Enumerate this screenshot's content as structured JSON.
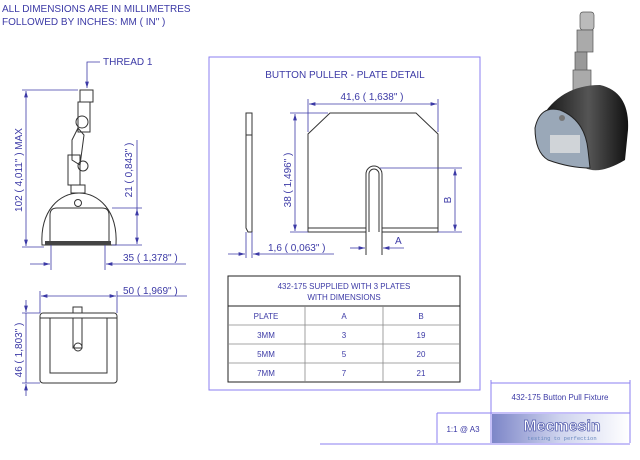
{
  "notes": {
    "line1": "ALL DIMENSIONS ARE IN MILLIMETRES",
    "line2": "FOLLOWED BY INCHES:    MM ( IN\" )"
  },
  "front_view": {
    "thread_label": "THREAD 1",
    "height_dim": "102 ( 4,011\" ) MAX",
    "slot_height_dim": "21 ( 0,843\" )",
    "width_dim": "35 ( 1,378\" )"
  },
  "top_view": {
    "width_dim": "50 ( 1,969\" )",
    "depth_dim": "46 ( 1,803\" )"
  },
  "plate_detail": {
    "title": "BUTTON PULLER - PLATE DETAIL",
    "width_dim": "41,6 ( 1,638\" )",
    "height_dim": "38 ( 1,496\" )",
    "thickness_dim": "1,6 ( 0,063\" )",
    "slot_width_label": "A",
    "slot_depth_label": "B"
  },
  "plates_table": {
    "title_line1": "432-175 SUPPLIED WITH 3 PLATES",
    "title_line2": "WITH DIMENSIONS",
    "headers": [
      "PLATE",
      "A",
      "B"
    ],
    "rows": [
      [
        "3MM",
        "3",
        "19"
      ],
      [
        "5MM",
        "5",
        "20"
      ],
      [
        "7MM",
        "7",
        "21"
      ]
    ]
  },
  "title_block": {
    "drawing_title": "432-175 Button Pull Fixture",
    "scale": "1:1 @ A3",
    "logo": "Mecmesin",
    "tagline": "testing to perfection"
  }
}
